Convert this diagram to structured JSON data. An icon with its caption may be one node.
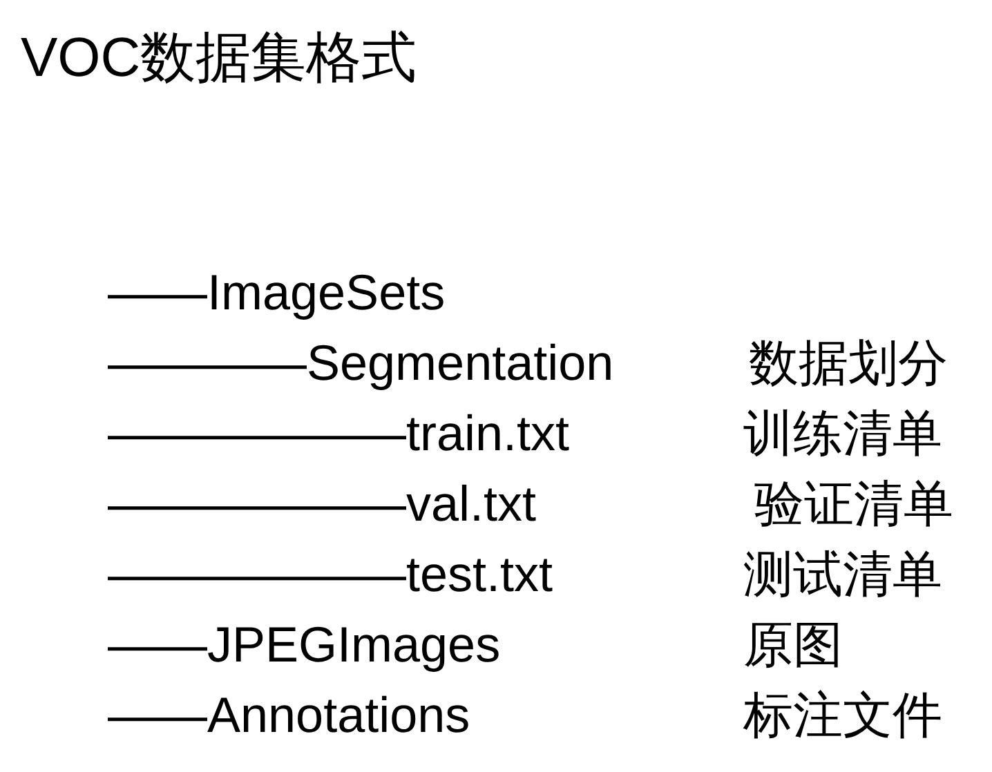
{
  "diagram": {
    "title": "VOC数据集格式",
    "labels": [
      "——ImageSets",
      "————Segmentation",
      "数据划分",
      "——————train.txt",
      "训练清单",
      "——————val.txt",
      "验证清单",
      "——————test.txt",
      "测试清单",
      "——JPEGImages",
      "原图",
      "——Annotations",
      "标注文件"
    ]
  }
}
